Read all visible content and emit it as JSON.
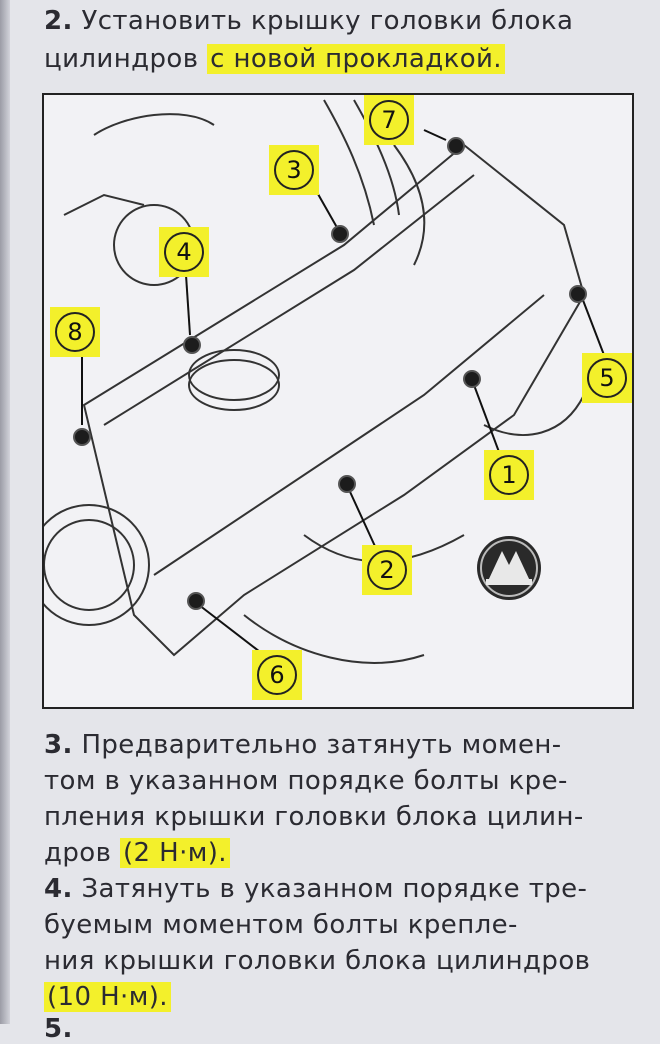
{
  "step2": {
    "number": "2.",
    "line1": "Установить крышку головки блока",
    "line2_plain": "цилиндров",
    "line2_highlight": "с новой прокладкой."
  },
  "figure": {
    "callouts": [
      "1",
      "2",
      "3",
      "4",
      "5",
      "6",
      "7",
      "8"
    ],
    "logo_icon": "manufacturer-emblem-icon"
  },
  "step3": {
    "number": "3.",
    "line1": "Предварительно затянуть момен-",
    "line2": "том в указанном порядке болты кре-",
    "line3": "пления крышки головки блока цилин-",
    "line4_plain": "дров",
    "line4_highlight": "(2 Н·м)."
  },
  "step4": {
    "number": "4.",
    "line1": "Затянуть в указанном порядке тре-",
    "line2": "буемым моментом болты крепле-",
    "line3": "ния крышки головки блока цилиндров",
    "line4_highlight": "(10 Н·м)."
  },
  "step5": {
    "number": "5."
  },
  "colors": {
    "highlight": "#f3f02b",
    "text": "#2b2b32",
    "paper": "#e4e5ea"
  }
}
